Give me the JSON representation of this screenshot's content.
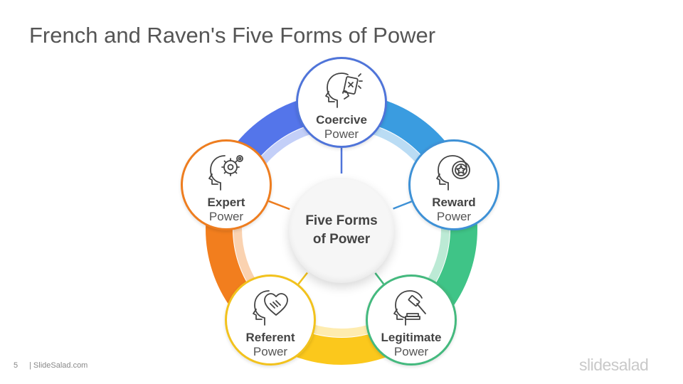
{
  "title": "French and Raven's Five Forms of Power",
  "center": {
    "line1": "Five Forms",
    "line2": "of Power"
  },
  "nodes": [
    {
      "name": "coercive",
      "line1": "Coercive",
      "line2": "Power",
      "color": "#4f74d9",
      "icon": "head-with-card-icon"
    },
    {
      "name": "reward",
      "line1": "Reward",
      "line2": "Power",
      "color": "#3e91d6",
      "icon": "head-with-badge-icon"
    },
    {
      "name": "legitimate",
      "line1": "Legitimate",
      "line2": "Power",
      "color": "#44b97e",
      "icon": "head-with-gavel-icon"
    },
    {
      "name": "referent",
      "line1": "Referent",
      "line2": "Power",
      "color": "#f2c21d",
      "icon": "head-with-heart-icon"
    },
    {
      "name": "expert",
      "line1": "Expert",
      "line2": "Power",
      "color": "#ee7d1f",
      "icon": "head-with-gear-icon"
    }
  ],
  "ring_colors": [
    "#5475ea",
    "#3a9ce0",
    "#3fc487",
    "#fbc81c",
    "#f27e1e"
  ],
  "footer": {
    "page_number": "5",
    "site": "| SlideSalad.com",
    "brand": "slidesalad"
  }
}
